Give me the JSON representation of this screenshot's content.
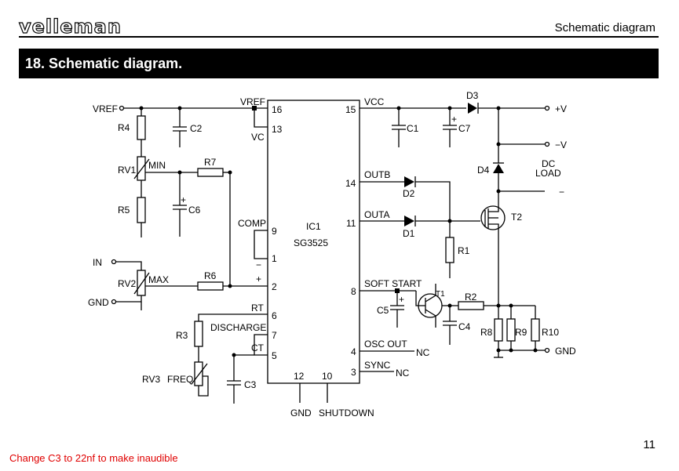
{
  "header": {
    "logo": "velleman",
    "title": "Schematic diagram"
  },
  "section": {
    "title": "18.  Schematic diagram."
  },
  "page_number": "11",
  "note": "Change C3 to 22nf to make inaudible",
  "schematic": {
    "ic_label": "IC1",
    "ic_part": "SG3525",
    "pins": {
      "p16": "16",
      "p13": "13",
      "p9": "9",
      "p1": "1",
      "p2": "2",
      "p6": "6",
      "p7": "7",
      "p5": "5",
      "p12": "12",
      "p10": "10",
      "p15": "15",
      "p14": "14",
      "p11": "11",
      "p8": "8",
      "p4": "4",
      "p3": "3"
    },
    "pin_names": {
      "vref_pin": "VREF",
      "vc": "VC",
      "comp": "COMP",
      "minus": "−",
      "plus": "+",
      "rt": "RT",
      "discharge": "DISCHARGE",
      "ct": "CT",
      "vcc": "VCC",
      "outb": "OUTB",
      "outa": "OUTA",
      "soft_start": "SOFT  START",
      "osc_out": "OSC  OUT",
      "sync": "SYNC",
      "gnd_bottom": "GND",
      "shutdown": "SHUTDOWN",
      "nc1": "NC",
      "nc2": "NC"
    },
    "components": {
      "r4": "R4",
      "r5": "R5",
      "r7": "R7",
      "r6": "R6",
      "r3": "R3",
      "r1": "R1",
      "r2": "R2",
      "r8": "R8",
      "r9": "R9",
      "r10": "R10",
      "rv1": "RV1",
      "rv2": "RV2",
      "rv3": "RV3",
      "c1": "C1",
      "c2": "C2",
      "c3": "C3",
      "c4": "C4",
      "c5": "C5",
      "c6": "C6",
      "c7": "C7",
      "d1": "D1",
      "d2": "D2",
      "d3": "D3",
      "d4": "D4",
      "t1": "T1",
      "t2": "T2"
    },
    "labels": {
      "vref_left": "VREF",
      "min": "MIN",
      "max": "MAX",
      "freq": "FREQ",
      "in": "IN",
      "gnd_left": "GND",
      "plus_v": "+V",
      "minus_v": "−V",
      "dc": "DC",
      "load": "LOAD",
      "load_minus": "−",
      "gnd_right": "GND",
      "c6_plus": "+",
      "c7_plus": "+",
      "c5_plus": "+"
    }
  }
}
